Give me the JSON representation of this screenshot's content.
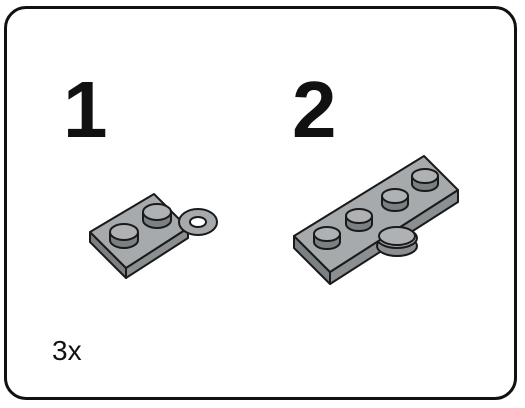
{
  "steps": [
    {
      "number": "1"
    },
    {
      "number": "2"
    }
  ],
  "quantity": "3x",
  "colors": {
    "plate_top": "#a6aaad",
    "plate_side": "#7b8083",
    "stud_top": "#aeb2b5",
    "outline": "#1a1a1a",
    "frame_border": "#111111"
  },
  "icons": {
    "part_1": "hinge-plate-1x2-ring-icon",
    "part_2": "hinge-plate-assembly-icon"
  }
}
